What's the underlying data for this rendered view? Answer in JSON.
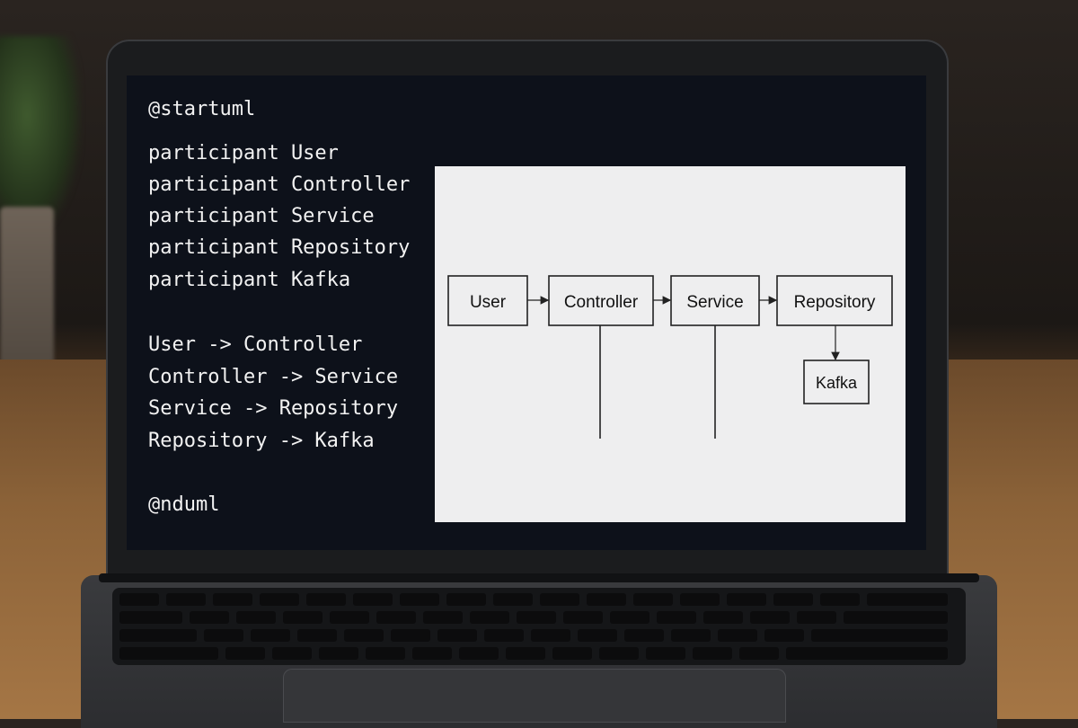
{
  "editor": {
    "lines": [
      "@startuml",
      "participant User",
      "participant Controller",
      "participant Service",
      "participant Repository",
      "participant Kafka",
      "User -> Controller",
      "Controller -> Service",
      "Service -> Repository",
      "Repository -> Kafka",
      "@nduml"
    ]
  },
  "diagram": {
    "participants": [
      "User",
      "Controller",
      "Service",
      "Repository",
      "Kafka"
    ]
  },
  "colors": {
    "screen_background": "#0d111a",
    "code_text": "#f2f2f2",
    "diagram_background": "#eeeeef",
    "diagram_stroke": "#222222"
  }
}
